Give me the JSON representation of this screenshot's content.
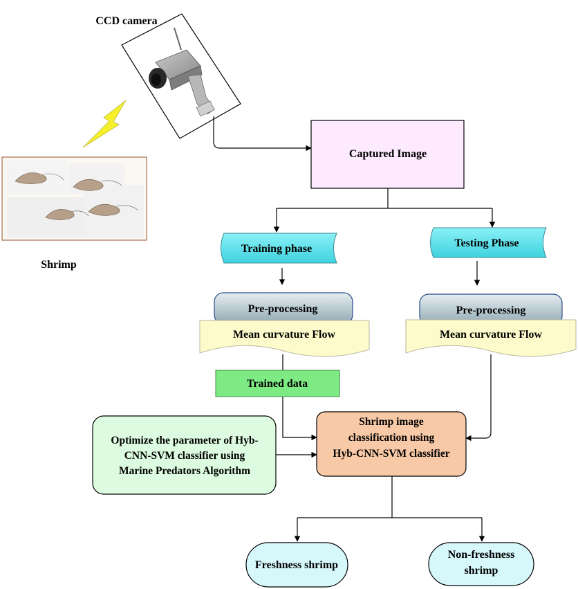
{
  "labels": {
    "camera": "CCD camera",
    "shrimp": "Shrimp",
    "captured": "Captured Image",
    "training": "Training phase",
    "testing": "Testing Phase",
    "preprocess_left": "Pre-processing",
    "preprocess_right": "Pre-processing",
    "mcf_left": "Mean curvature Flow",
    "mcf_right": "Mean curvature Flow",
    "trained": "Trained data",
    "classify_1": "Shrimp image",
    "classify_2": "classification using",
    "classify_3": "Hyb-CNN-SVM classifier",
    "optimize_1": "Optimize the parameter of Hyb-",
    "optimize_2": "CNN-SVM classifier using",
    "optimize_3": "Marine Predators Algorithm",
    "fresh": "Freshness shrimp",
    "nonfresh_1": "Non-freshness",
    "nonfresh_2": "shrimp"
  },
  "colors": {
    "captured_fill": "#fdeafe",
    "phase_fill": "#5fe0ea",
    "pre_top": "#e6eef0",
    "pre_bottom": "#8fa8b3",
    "mcf_fill": "#fdfbcb",
    "trained_fill": "#7eea84",
    "classify_fill": "#f8c9a6",
    "optimize_fill": "#ddfbe0",
    "terminal_fill": "#d7f8fb",
    "bolt": "#f5f02a"
  },
  "icons": [
    "ccd-camera-icon",
    "lightning-bolt-icon",
    "shrimp-photo"
  ]
}
